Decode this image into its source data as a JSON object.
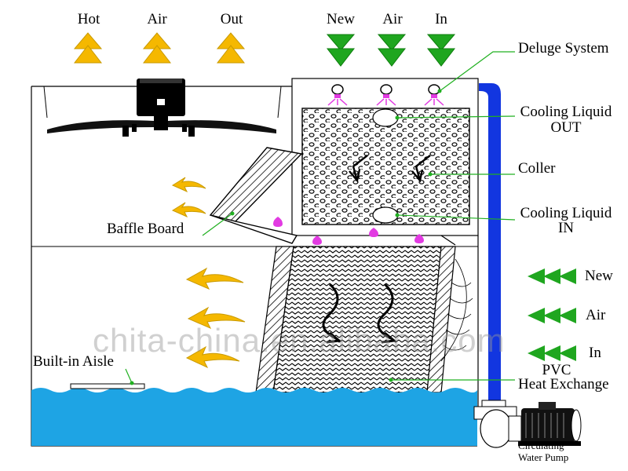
{
  "top": {
    "hot_label": "Hot",
    "air_label_left": "Air",
    "out_label": "Out",
    "new_label": "New",
    "air_label_right": "Air",
    "in_label": "In"
  },
  "labels": {
    "deluge_system": "Deluge System",
    "cooling_liquid_out_1": "Cooling Liquid",
    "cooling_liquid_out_2": "OUT",
    "coller": "Coller",
    "cooling_liquid_in_1": "Cooling Liquid",
    "cooling_liquid_in_2": "IN",
    "baffle_board": "Baffle Board",
    "built_in_aisle": "Built-in Aisle",
    "side_new": "New",
    "side_air": "Air",
    "side_in": "In",
    "pvc": "PVC",
    "heat_exchange": "Heat Exchange",
    "pump_1": "Circulating",
    "pump_2": "Water Pump"
  },
  "watermark": "chita-china.en.alibaba.com",
  "colors": {
    "hot_arrow": "#f5b800",
    "hot_arrow_edge": "#c99a00",
    "cold_arrow": "#1fa61f",
    "cold_arrow_dark": "#0d7d0d",
    "water": "#1ea4e4",
    "pipe": "#1236e0",
    "spray": "#e23be2",
    "leader": "#20b020"
  },
  "icons": [
    "fan-motor-icon",
    "spray-nozzle-icon",
    "pump-icon"
  ]
}
